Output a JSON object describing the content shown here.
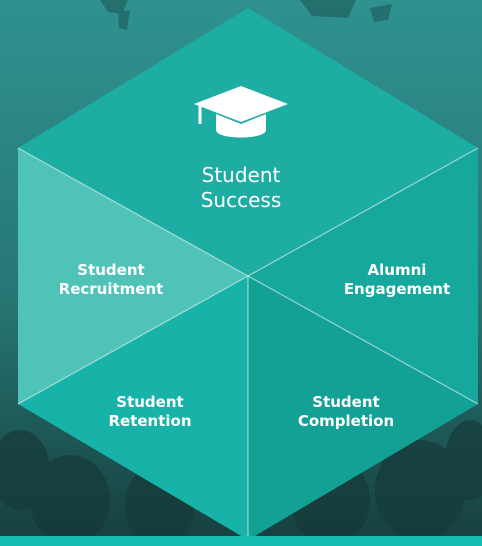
{
  "diagram": {
    "center": {
      "line1": "Student",
      "line2": "Success",
      "icon": "graduation-cap-icon"
    },
    "segments": [
      {
        "id": "recruitment",
        "line1": "Student",
        "line2": "Recruitment"
      },
      {
        "id": "engagement",
        "line1": "Alumni",
        "line2": "Engagement"
      },
      {
        "id": "retention",
        "line1": "Student",
        "line2": "Retention"
      },
      {
        "id": "completion",
        "line1": "Student",
        "line2": "Completion"
      }
    ]
  },
  "colors": {
    "top_face": "#1dada2",
    "upper_left": "#4fc3b8",
    "upper_right": "#16a89d",
    "lower_left": "#17b3a8",
    "lower_right": "#13a095",
    "bottom_band": "#13bdb0"
  }
}
